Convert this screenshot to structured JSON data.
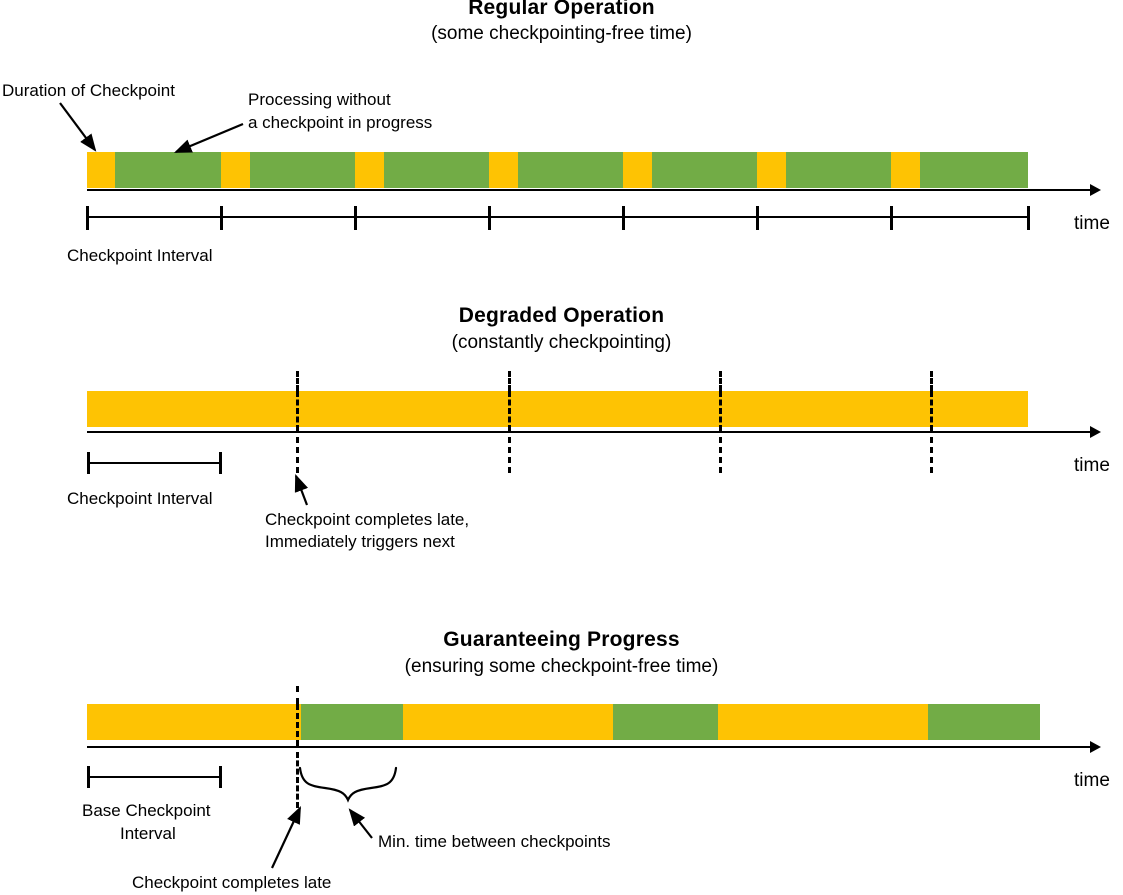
{
  "colors": {
    "checkpoint": "#FEC303",
    "processing": "#72AC46",
    "ink": "#000000",
    "background": "#FFFFFF"
  },
  "chart_data": {
    "type": "bar",
    "title": "Checkpointing timeline comparison",
    "xlabel": "time",
    "legend": [
      {
        "name": "Duration of Checkpoint",
        "color": "#FEC303"
      },
      {
        "name": "Processing without a checkpoint in progress",
        "color": "#72AC46"
      }
    ],
    "panels": [
      {
        "id": "regular-operation",
        "title": "Regular Operation",
        "subtitle": "(some checkpointing-free time)",
        "axis_label": "time",
        "bar_start": 87,
        "bar_end": 1028,
        "checkpoint_interval": 134,
        "tick_positions": [
          87,
          221,
          355,
          489,
          623,
          757,
          891,
          1028
        ],
        "segments": [
          {
            "kind": "checkpoint",
            "start": 87,
            "end": 115
          },
          {
            "kind": "processing",
            "start": 115,
            "end": 221
          },
          {
            "kind": "checkpoint",
            "start": 221,
            "end": 250
          },
          {
            "kind": "processing",
            "start": 250,
            "end": 355
          },
          {
            "kind": "checkpoint",
            "start": 355,
            "end": 384
          },
          {
            "kind": "processing",
            "start": 384,
            "end": 489
          },
          {
            "kind": "checkpoint",
            "start": 489,
            "end": 518
          },
          {
            "kind": "processing",
            "start": 518,
            "end": 623
          },
          {
            "kind": "checkpoint",
            "start": 623,
            "end": 652
          },
          {
            "kind": "processing",
            "start": 652,
            "end": 757
          },
          {
            "kind": "checkpoint",
            "start": 757,
            "end": 786
          },
          {
            "kind": "processing",
            "start": 786,
            "end": 891
          },
          {
            "kind": "checkpoint",
            "start": 891,
            "end": 920
          },
          {
            "kind": "processing",
            "start": 920,
            "end": 1028
          }
        ],
        "annotations": [
          {
            "id": "duration-of-checkpoint",
            "text": "Duration of Checkpoint"
          },
          {
            "id": "processing-without-checkpoint",
            "text": "Processing without\na checkpoint in progress"
          },
          {
            "id": "checkpoint-interval",
            "text": "Checkpoint Interval"
          }
        ]
      },
      {
        "id": "degraded-operation",
        "title": "Degraded Operation",
        "subtitle": "(constantly checkpointing)",
        "axis_label": "time",
        "bar_start": 87,
        "bar_end": 1028,
        "checkpoint_interval": 134,
        "dashed_positions": [
          297,
          509,
          720,
          931
        ],
        "segments": [
          {
            "kind": "checkpoint",
            "start": 87,
            "end": 1028
          }
        ],
        "annotations": [
          {
            "id": "checkpoint-interval",
            "text": "Checkpoint Interval"
          },
          {
            "id": "checkpoint-completes-late",
            "text": "Checkpoint completes late,\nImmediately triggers next"
          }
        ]
      },
      {
        "id": "guaranteeing-progress",
        "title": "Guaranteeing Progress",
        "subtitle": "(ensuring some checkpoint-free time)",
        "axis_label": "time",
        "bar_start": 87,
        "bar_end": 1040,
        "checkpoint_interval": 134,
        "dashed_positions": [
          297
        ],
        "segments": [
          {
            "kind": "checkpoint",
            "start": 87,
            "end": 301
          },
          {
            "kind": "processing",
            "start": 301,
            "end": 403
          },
          {
            "kind": "checkpoint",
            "start": 403,
            "end": 613
          },
          {
            "kind": "processing",
            "start": 613,
            "end": 718
          },
          {
            "kind": "checkpoint",
            "start": 718,
            "end": 928
          },
          {
            "kind": "processing",
            "start": 928,
            "end": 1040
          }
        ],
        "annotations": [
          {
            "id": "base-checkpoint-interval",
            "text": "Base Checkpoint\nInterval"
          },
          {
            "id": "checkpoint-completes-late",
            "text": "Checkpoint completes late"
          },
          {
            "id": "min-time-between-checkpoints",
            "text": "Min. time between checkpoints"
          }
        ]
      }
    ]
  },
  "panel1": {
    "title": "Regular Operation",
    "subtitle": "(some checkpointing-free time)",
    "label_duration": "Duration of Checkpoint",
    "label_processing_l1": "Processing without",
    "label_processing_l2": "a checkpoint in progress",
    "label_interval": "Checkpoint Interval",
    "label_time": "time"
  },
  "panel2": {
    "title": "Degraded Operation",
    "subtitle": "(constantly checkpointing)",
    "label_interval": "Checkpoint Interval",
    "label_late_l1": "Checkpoint completes late,",
    "label_late_l2": "Immediately triggers next",
    "label_time": "time"
  },
  "panel3": {
    "title": "Guaranteeing Progress",
    "subtitle": "(ensuring some checkpoint-free time)",
    "label_base_interval_l1": "Base Checkpoint",
    "label_base_interval_l2": "Interval",
    "label_late": "Checkpoint completes late",
    "label_min_time": "Min. time between checkpoints",
    "label_time": "time"
  }
}
